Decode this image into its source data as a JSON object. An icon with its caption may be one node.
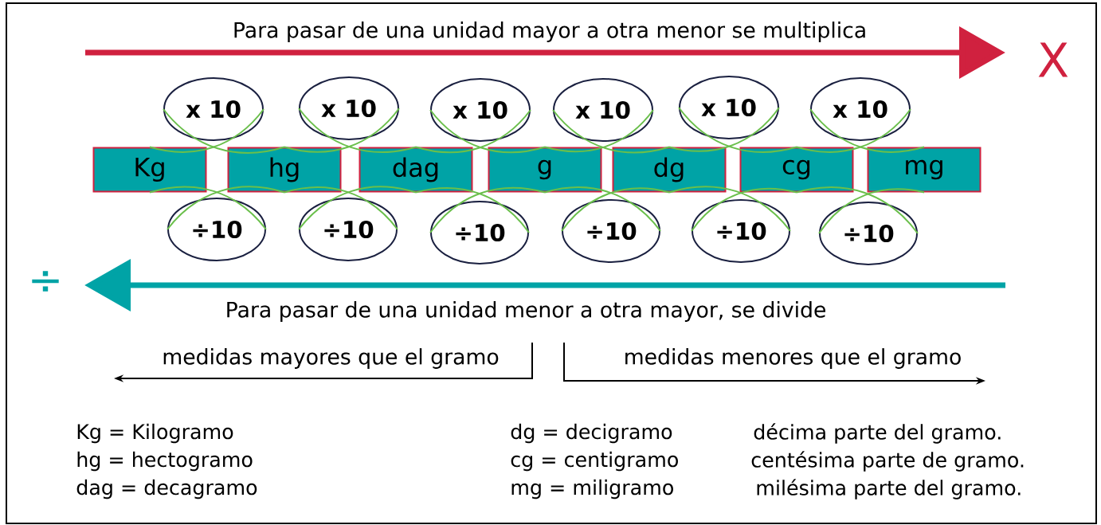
{
  "diagram": {
    "nodes": [
      {
        "text": [
          "Kg"
        ]
      },
      {
        "text": [
          "hg"
        ]
      },
      {
        "text": [
          "dag"
        ]
      },
      {
        "text": [
          "g"
        ]
      },
      {
        "text": [
          "dg"
        ]
      },
      {
        "text": [
          "cg"
        ]
      },
      {
        "text": [
          "mg"
        ]
      },
      {
        "text": [
          "x 10"
        ]
      },
      {
        "text": [
          "x 10"
        ]
      },
      {
        "text": [
          "x 10"
        ]
      },
      {
        "text": [
          "x 10"
        ]
      },
      {
        "text": [
          "x 10"
        ]
      },
      {
        "text": [
          "x 10"
        ]
      },
      {
        "text": [
          "÷10"
        ]
      },
      {
        "text": [
          "÷10"
        ]
      },
      {
        "text": [
          "÷10"
        ]
      },
      {
        "text": [
          "÷10"
        ]
      },
      {
        "text": [
          "÷10"
        ]
      },
      {
        "text": [
          "÷10"
        ]
      }
    ],
    "edges": [
      {
        "from": 0,
        "to": 7,
        "arrow": "none"
      },
      {
        "from": 7,
        "to": 1,
        "arrow": "none"
      },
      {
        "from": 1,
        "to": 8,
        "arrow": "none"
      },
      {
        "from": 8,
        "to": 2,
        "arrow": "none"
      },
      {
        "from": 2,
        "to": 9,
        "arrow": "none"
      },
      {
        "from": 9,
        "to": 3,
        "arrow": "none"
      },
      {
        "from": 3,
        "to": 10,
        "arrow": "none"
      },
      {
        "from": 10,
        "to": 4,
        "arrow": "none"
      },
      {
        "from": 4,
        "to": 11,
        "arrow": "none"
      },
      {
        "from": 11,
        "to": 5,
        "arrow": "none"
      },
      {
        "from": 5,
        "to": 12,
        "arrow": "none"
      },
      {
        "from": 12,
        "to": 6,
        "arrow": "none"
      },
      {
        "from": 0,
        "to": 13,
        "arrow": "none"
      },
      {
        "from": 13,
        "to": 1,
        "arrow": "none"
      },
      {
        "from": 1,
        "to": 14,
        "arrow": "none"
      },
      {
        "from": 14,
        "to": 2,
        "arrow": "none"
      },
      {
        "from": 2,
        "to": 15,
        "arrow": "none"
      },
      {
        "from": 15,
        "to": 3,
        "arrow": "none"
      },
      {
        "from": 3,
        "to": 16,
        "arrow": "none"
      },
      {
        "from": 16,
        "to": 4,
        "arrow": "none"
      },
      {
        "from": 4,
        "to": 17,
        "arrow": "none"
      },
      {
        "from": 17,
        "to": 5,
        "arrow": "none"
      },
      {
        "from": 5,
        "to": 18,
        "arrow": "none"
      },
      {
        "from": 18,
        "to": 6,
        "arrow": "none"
      }
    ],
    "labels": [
      "Para pasar de una unidad mayor a otra menor se multiplica",
      "X",
      "÷",
      "Para pasar de una unidad menor a otra mayor, se divide",
      "medidas mayores que el gramo",
      "medidas menores que el gramo",
      "Kg = Kilogramo",
      "dg = decigramo",
      "décima parte del gramo.",
      "hg = hectogramo",
      "cg = centigramo",
      "centésima parte de gramo.",
      "dag = decagramo",
      "mg = miligramo",
      "milésima parte del gramo."
    ]
  }
}
